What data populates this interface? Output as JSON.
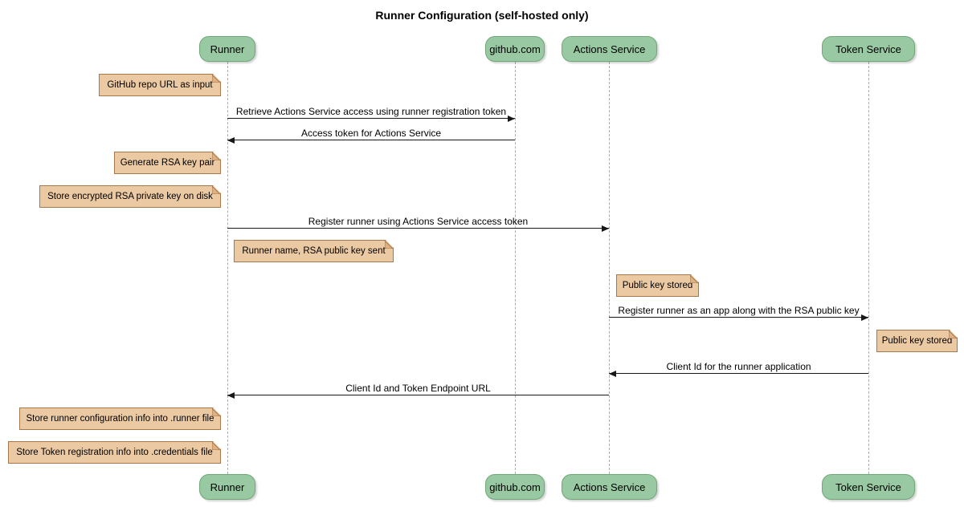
{
  "title": "Runner Configuration (self-hosted only)",
  "colors": {
    "participant_fill": "#98C9A2",
    "participant_border": "#6FA877",
    "note_fill": "#EBC9A3",
    "note_fold": "#DDB184",
    "note_border": "#A6784B",
    "lifeline": "#AAAAAA",
    "arrow": "#181818",
    "text": "#000000",
    "background": "#FFFFFF"
  },
  "participants": [
    {
      "name": "Runner"
    },
    {
      "name": "github.com"
    },
    {
      "name": "Actions Service"
    },
    {
      "name": "Token Service"
    }
  ],
  "messages": [
    {
      "from": "Runner",
      "to": "github.com",
      "direction": "right",
      "text": "Retrieve Actions Service access using runner registration token"
    },
    {
      "from": "github.com",
      "to": "Runner",
      "direction": "left",
      "text": "Access token for Actions Service"
    },
    {
      "from": "Runner",
      "to": "Actions Service",
      "direction": "right",
      "text": "Register runner using Actions Service access token"
    },
    {
      "from": "Actions Service",
      "to": "Token Service",
      "direction": "right",
      "text": "Register runner as an app along with the RSA public key"
    },
    {
      "from": "Token Service",
      "to": "Actions Service",
      "direction": "left",
      "text": "Client Id for the runner application"
    },
    {
      "from": "Actions Service",
      "to": "Runner",
      "direction": "left",
      "text": "Client Id and Token Endpoint URL"
    }
  ],
  "notes": [
    {
      "target": "Runner",
      "position": "left",
      "text": "GitHub repo URL as input"
    },
    {
      "target": "Runner",
      "position": "left",
      "text": "Generate RSA key pair"
    },
    {
      "target": "Runner",
      "position": "left",
      "text": "Store encrypted RSA private key on disk"
    },
    {
      "target": "Runner",
      "position": "right",
      "text": "Runner name, RSA public key sent"
    },
    {
      "target": "Actions Service",
      "position": "right",
      "text": "Public key stored"
    },
    {
      "target": "Token Service",
      "position": "right",
      "text": "Public key stored"
    },
    {
      "target": "Runner",
      "position": "left",
      "text": "Store runner configuration info into .runner file"
    },
    {
      "target": "Runner",
      "position": "left",
      "text": "Store Token registration info into .credentials file"
    }
  ]
}
